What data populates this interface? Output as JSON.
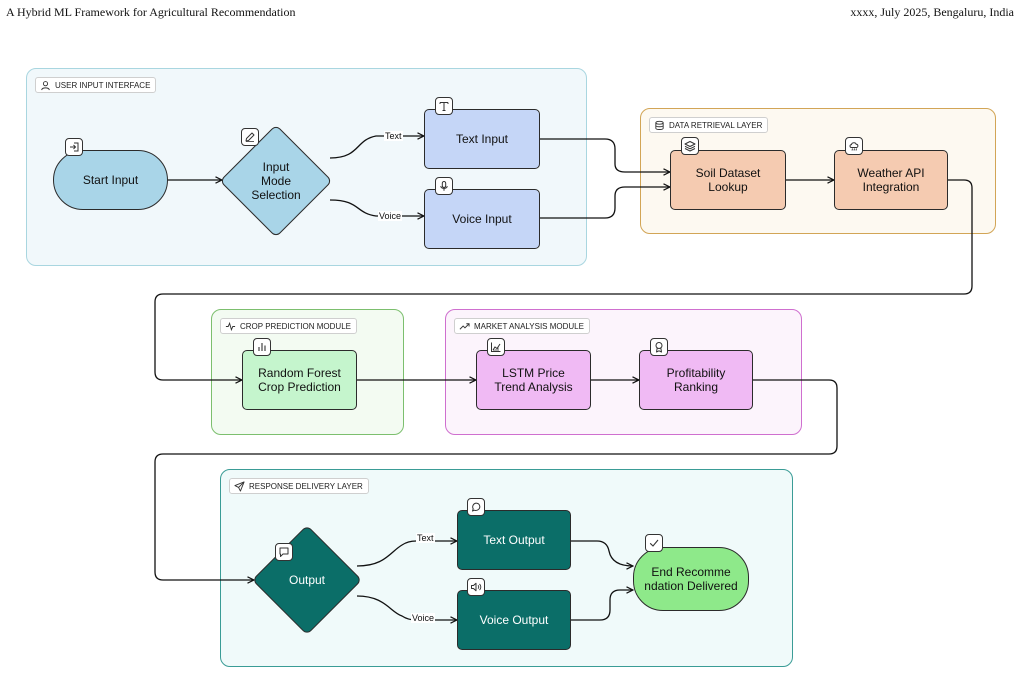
{
  "header": {
    "left": "A Hybrid ML Framework for Agricultural Recommendation",
    "right": "xxxx, July 2025, Bengaluru, India"
  },
  "groups": {
    "user_input": {
      "label": "USER INPUT INTERFACE",
      "icon": "user-icon",
      "color": "#a9d6e0"
    },
    "data_retrieval": {
      "label": "DATA RETRIEVAL LAYER",
      "icon": "database-icon",
      "color": "#d2a556"
    },
    "crop_prediction": {
      "label": "CROP PREDICTION MODULE",
      "icon": "pulse-icon",
      "color": "#7cbf6e"
    },
    "market_analysis": {
      "label": "MARKET ANALYSIS MODULE",
      "icon": "trend-up-icon",
      "color": "#cf6fcf"
    },
    "response_delivery": {
      "label": "RESPONSE DELIVERY LAYER",
      "icon": "send-icon",
      "color": "#3a9c96"
    }
  },
  "nodes": {
    "start_input": {
      "label": "Start Input"
    },
    "mode_selection": {
      "label": "Input\nMode\nSelection"
    },
    "text_input": {
      "label": "Text Input"
    },
    "voice_input": {
      "label": "Voice Input"
    },
    "soil_lookup": {
      "label": "Soil Dataset\nLookup"
    },
    "weather_api": {
      "label": "Weather API\nIntegration"
    },
    "random_forest": {
      "label": "Random Forest\nCrop Prediction"
    },
    "lstm": {
      "label": "LSTM Price\nTrend Analysis"
    },
    "profitability": {
      "label": "Profitability\nRanking"
    },
    "output": {
      "label": "Output"
    },
    "text_output": {
      "label": "Text Output"
    },
    "voice_output": {
      "label": "Voice Output"
    },
    "end": {
      "label": "End Recomme\nndation Delivered"
    }
  },
  "edge_labels": {
    "text_in": "Text",
    "voice_in": "Voice",
    "text_out": "Text",
    "voice_out": "Voice"
  }
}
